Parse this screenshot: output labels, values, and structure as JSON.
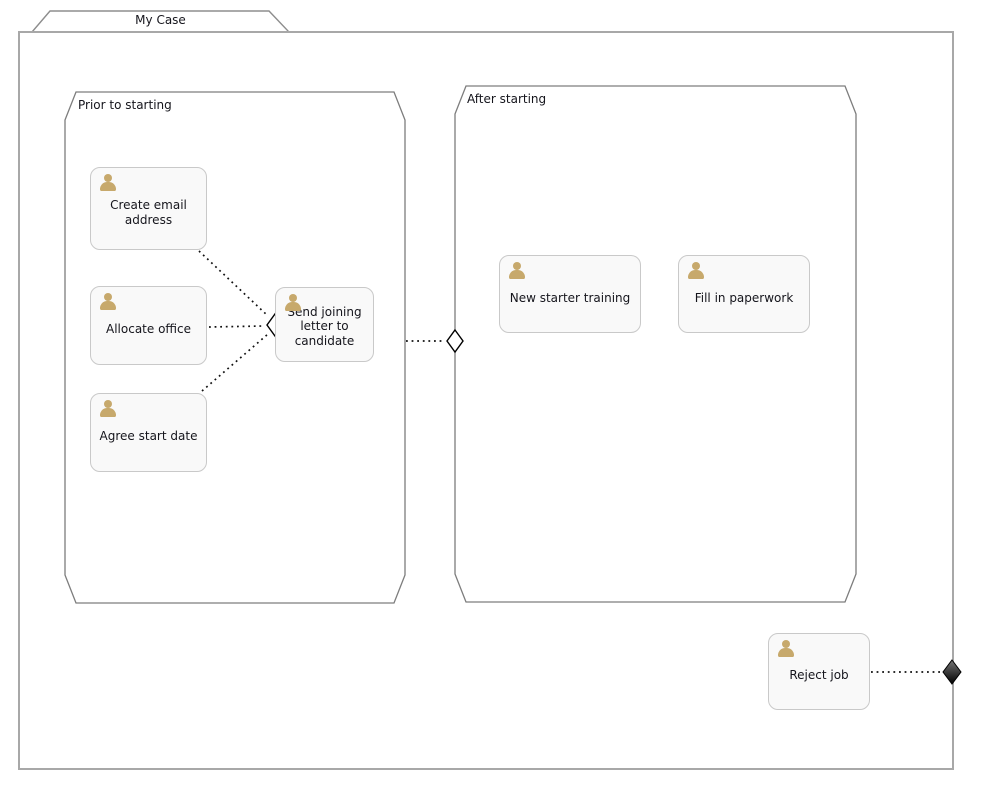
{
  "diagram": {
    "type": "cmmn-case-diagram",
    "case_title": "My Case",
    "stages": {
      "prior": {
        "label": "Prior to starting"
      },
      "after": {
        "label": "After starting"
      }
    },
    "tasks": {
      "create_email": {
        "label": "Create email address",
        "stage": "Prior to starting"
      },
      "allocate_office": {
        "label": "Allocate office",
        "stage": "Prior to starting"
      },
      "agree_start_date": {
        "label": "Agree start date",
        "stage": "Prior to starting"
      },
      "send_joining_letter": {
        "label": "Send joining letter to candidate",
        "stage": "Prior to starting"
      },
      "new_starter_training": {
        "label": "New starter training",
        "stage": "After starting"
      },
      "fill_in_paperwork": {
        "label": "Fill in paperwork",
        "stage": "After starting"
      },
      "reject_job": {
        "label": "Reject job",
        "stage": "case"
      }
    },
    "connectors": [
      {
        "from": "Create email address",
        "to": "entry-criterion of Send joining letter to candidate",
        "style": "dotted"
      },
      {
        "from": "Allocate office",
        "to": "entry-criterion of Send joining letter to candidate",
        "style": "dotted"
      },
      {
        "from": "Agree start date",
        "to": "entry-criterion of Send joining letter to candidate",
        "style": "dotted"
      },
      {
        "from": "Prior to starting",
        "to": "entry-criterion of After starting",
        "style": "dotted"
      },
      {
        "from": "Reject job",
        "to": "exit-criterion of My Case",
        "style": "dotted"
      }
    ],
    "icons": {
      "human_task": "person-icon",
      "entry_criterion": "white-diamond-icon",
      "exit_criterion": "black-diamond-icon"
    },
    "colors": {
      "person_icon": "#c7a96c",
      "task_fill": "#f9f9f9",
      "task_border": "#c9c9c9",
      "case_border": "#a8a8a8",
      "stage_border": "#7d7d7d",
      "connector": "#111111",
      "exit_diamond_fill_top": "#777777",
      "exit_diamond_fill_bottom": "#000000",
      "text": "#15151c"
    }
  }
}
